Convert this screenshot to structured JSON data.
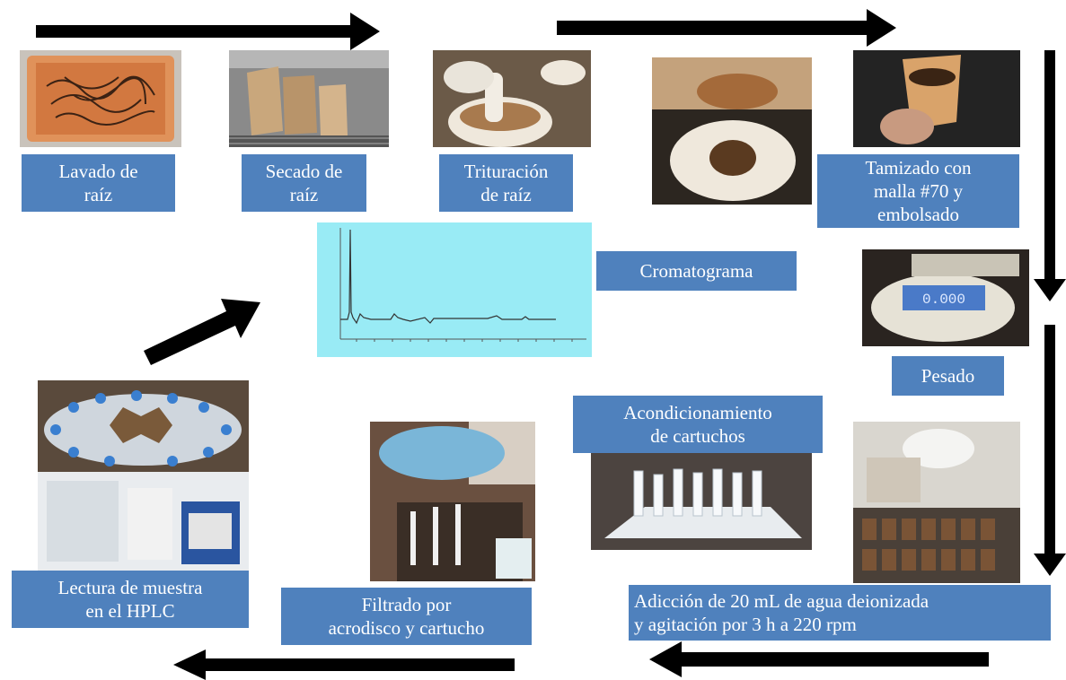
{
  "steps": {
    "lavado": [
      "Lavado de",
      "raíz"
    ],
    "secado": [
      "Secado de",
      "raíz"
    ],
    "trituracion": [
      "Trituración",
      "de raíz"
    ],
    "tamizado": [
      "Tamizado con",
      "malla #70 y",
      "embolsado"
    ],
    "cromatograma": [
      "Cromatograma"
    ],
    "pesado": [
      "Pesado"
    ],
    "acondicionamiento": [
      "Acondicionamiento",
      "de cartuchos"
    ],
    "adiccion": [
      "Adicción de 20 mL de agua deionizada",
      "y agitación por 3 h a 220 rpm"
    ],
    "filtrado": [
      "Filtrado por",
      "acrodisco y cartucho"
    ],
    "lectura": [
      "Lectura de muestra",
      "en el HPLC"
    ]
  },
  "scale_display": "0.000",
  "colors": {
    "label_bg": "#4f81bd",
    "label_text": "#ffffff",
    "arrow": "#000000",
    "chromatogram_bg": "#99ebf5"
  }
}
